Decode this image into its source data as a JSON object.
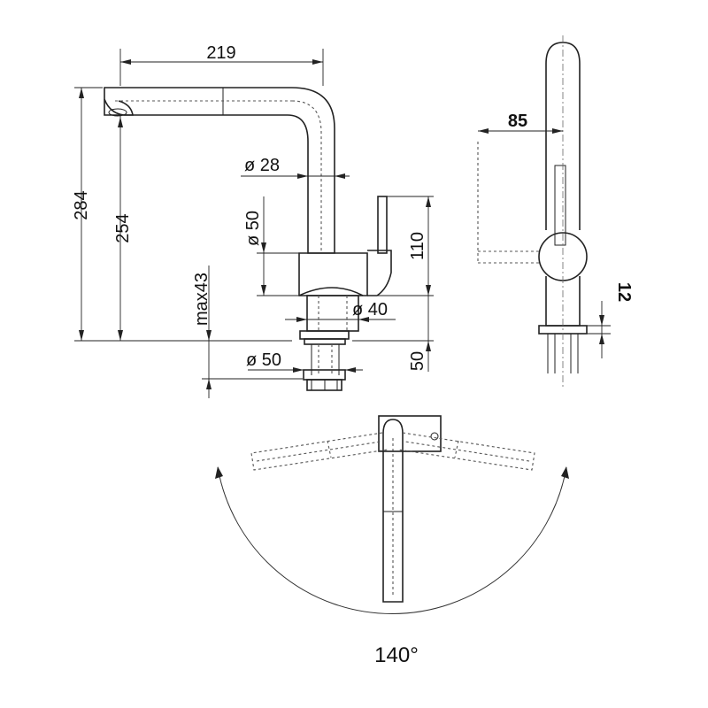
{
  "dimensions": {
    "spout_reach": "219",
    "total_height": "284",
    "spout_height": "254",
    "body_diameter_small": "ø 28",
    "body_diameter_large": "ø 50",
    "body_height": "110",
    "countertop_max": "max43",
    "base_diameter": "ø 40",
    "shank_diameter": "ø 50",
    "shank_length": "50",
    "side_reach": "85",
    "lever_offset": "12",
    "swivel_angle": "140°"
  }
}
